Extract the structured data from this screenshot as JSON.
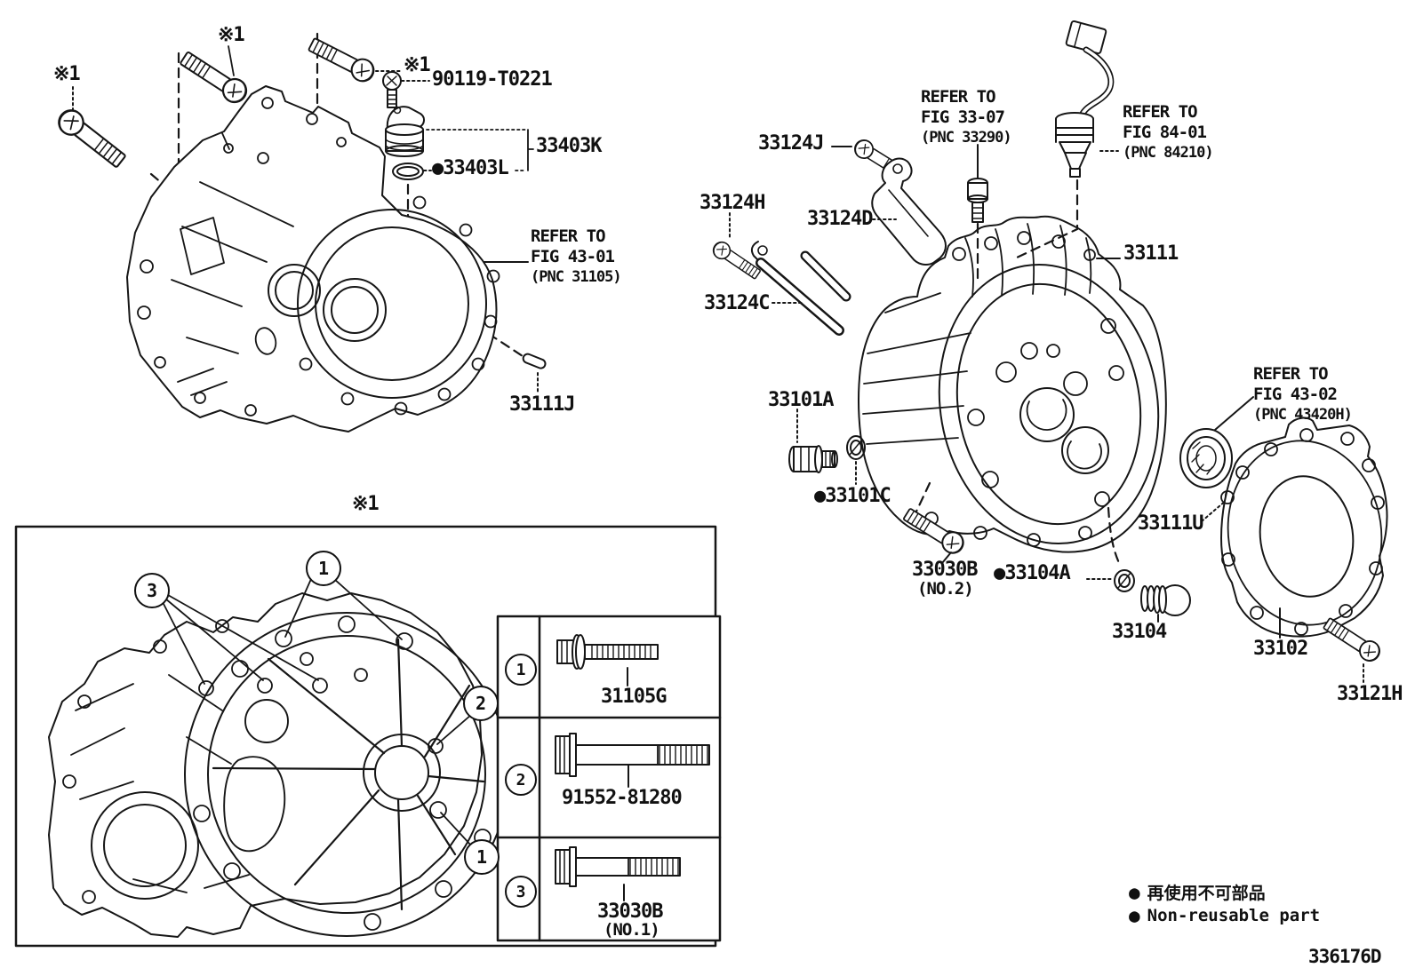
{
  "figure_code": "336176D",
  "note_marker": "※1",
  "legend": {
    "bullet": "●",
    "jp": "再使用不可部品",
    "en": "Non-reusable part"
  },
  "labels": {
    "p90119": "90119-T0221",
    "p33403K": "33403K",
    "p33403L": "●33403L",
    "p33111J": "33111J",
    "p33124J": "33124J",
    "p33124H": "33124H",
    "p33124D": "33124D",
    "p33124C": "33124C",
    "p33111": "33111",
    "p33101A": "33101A",
    "p33101C": "●33101C",
    "p33030B2": "33030B",
    "p33030B2_note": "(NO.2)",
    "p33104A": "●33104A",
    "p33104": "33104",
    "p33111U": "33111U",
    "p33102": "33102",
    "p33121H": "33121H"
  },
  "refers": {
    "fig4301": {
      "l1": "REFER TO",
      "l2": "FIG 43-01",
      "l3": "(PNC 31105)"
    },
    "fig3307": {
      "l1": "REFER TO",
      "l2": "FIG 33-07",
      "l3": "(PNC 33290)"
    },
    "fig8401": {
      "l1": "REFER TO",
      "l2": "FIG 84-01",
      "l3": "(PNC 84210)"
    },
    "fig4302": {
      "l1": "REFER TO",
      "l2": "FIG 43-02",
      "l3": "(PNC 43420H)"
    }
  },
  "callouts": {
    "c1": "1",
    "c2": "2",
    "c3": "3"
  },
  "table": {
    "rows": [
      {
        "num": "1",
        "part": "31105G",
        "note": ""
      },
      {
        "num": "2",
        "part": "91552-81280",
        "note": ""
      },
      {
        "num": "3",
        "part": "33030B",
        "note": "(NO.1)"
      }
    ]
  }
}
